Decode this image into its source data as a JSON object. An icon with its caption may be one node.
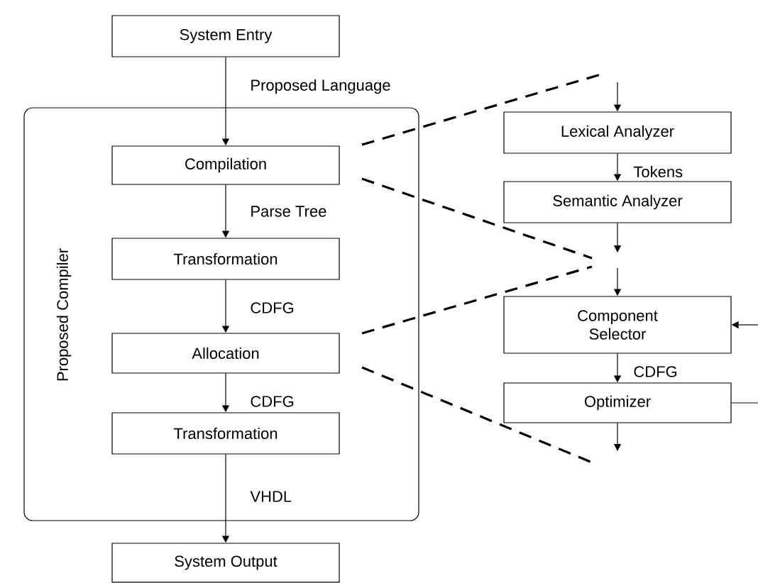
{
  "diagram": {
    "nodes": [
      {
        "text": [
          "System Entry"
        ]
      },
      {
        "text": [
          "Proposed Compiler"
        ]
      },
      {
        "text": [
          "Compilation"
        ],
        "in": 1
      },
      {
        "text": [
          "Transformation"
        ],
        "in": 1
      },
      {
        "text": [
          "Allocation"
        ],
        "in": 1
      },
      {
        "text": [
          "Transformation"
        ],
        "in": 1
      },
      {
        "text": [
          "System Output"
        ]
      },
      {
        "text": [
          "Lexical Analyzer"
        ]
      },
      {
        "text": [
          "Semantic Analyzer"
        ]
      },
      {
        "text": [
          "Component Selector"
        ]
      },
      {
        "text": [
          "Optimizer"
        ]
      }
    ],
    "edges": [
      {
        "from": 0,
        "to": 2,
        "arrow": "to",
        "label": "Proposed Language"
      },
      {
        "from": 2,
        "to": 3,
        "arrow": "to",
        "label": "Parse Tree"
      },
      {
        "from": 3,
        "to": 4,
        "arrow": "to",
        "label": "CDFG"
      },
      {
        "from": 4,
        "to": 5,
        "arrow": "to",
        "label": "CDFG"
      },
      {
        "from": 5,
        "to": 6,
        "arrow": "to",
        "label": "VHDL"
      },
      {
        "from": null,
        "to": 7,
        "arrow": "to"
      },
      {
        "from": 7,
        "to": 8,
        "arrow": "to",
        "label": "Tokens"
      },
      {
        "from": 8,
        "to": null,
        "arrow": "to"
      },
      {
        "from": null,
        "to": 9,
        "arrow": "to"
      },
      {
        "from": 9,
        "to": 10,
        "arrow": "to",
        "label": "CDFG"
      },
      {
        "from": 10,
        "to": null,
        "arrow": "to"
      },
      {
        "from": null,
        "to": 9,
        "arrow": "to"
      },
      {
        "from": 10,
        "to": null,
        "arrow": "none"
      }
    ]
  }
}
